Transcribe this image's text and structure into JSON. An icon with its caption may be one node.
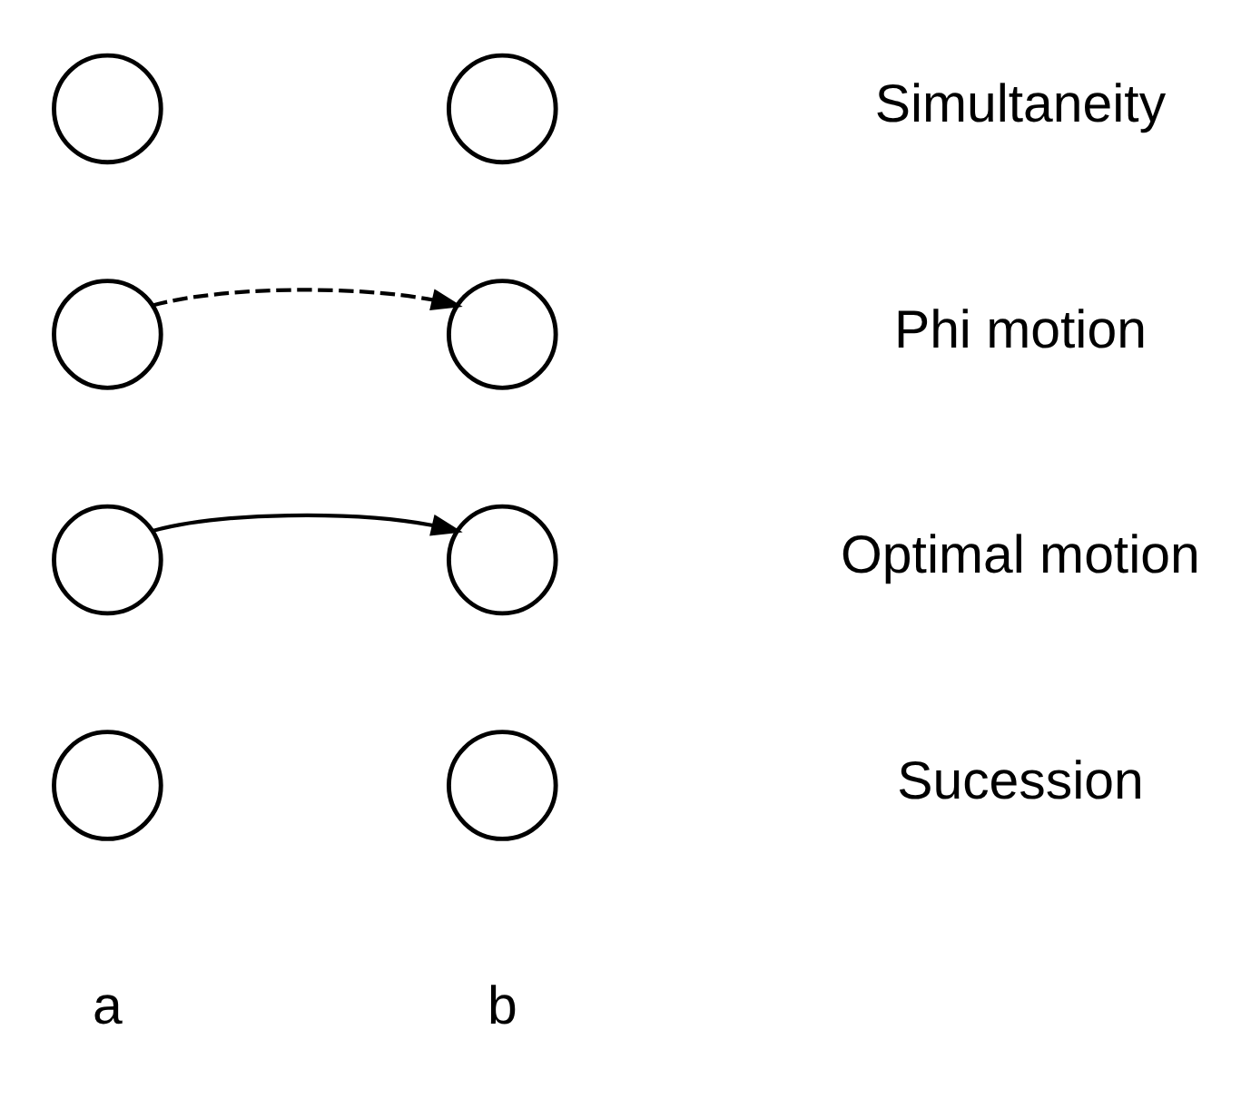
{
  "diagram": {
    "nodes": [
      {
        "text": [],
        "shape": "circle"
      },
      {
        "text": [],
        "shape": "circle"
      },
      {
        "text": [],
        "shape": "circle"
      },
      {
        "text": [],
        "shape": "circle"
      },
      {
        "text": [],
        "shape": "circle"
      },
      {
        "text": [],
        "shape": "circle"
      },
      {
        "text": [],
        "shape": "circle"
      },
      {
        "text": [],
        "shape": "circle"
      }
    ],
    "edges": [
      {
        "from": 2,
        "to": 3,
        "arrow": "to",
        "style": "dashed"
      },
      {
        "from": 4,
        "to": 5,
        "arrow": "to"
      }
    ],
    "labels": [
      "Simultaneity",
      "Phi motion",
      "Optimal motion",
      "Sucession",
      "a",
      "b"
    ]
  }
}
